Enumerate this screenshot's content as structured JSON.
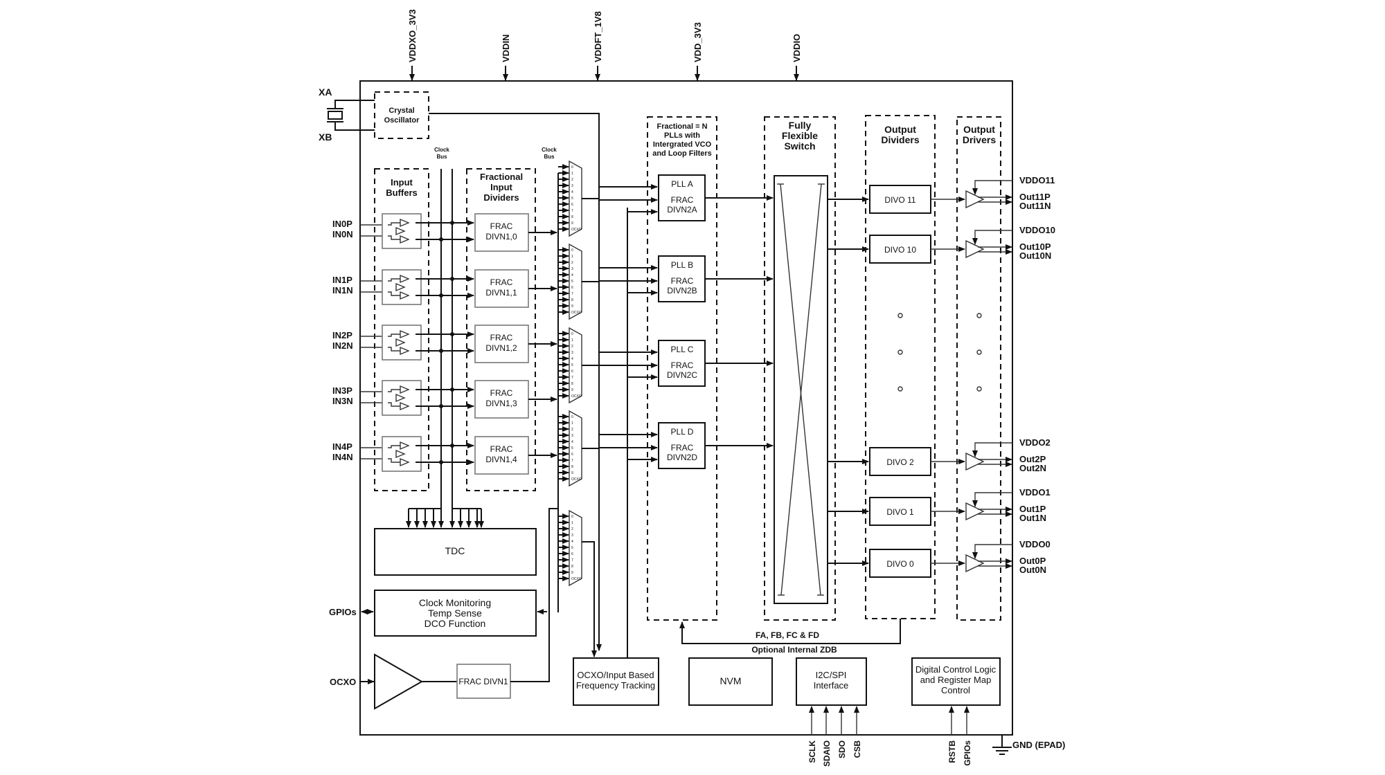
{
  "supply_pins": [
    "VDDXO_3V3",
    "VDDIN",
    "VDDFT_1V8",
    "VDD_3V3",
    "VDDIO"
  ],
  "crystal": {
    "pins": [
      "XA",
      "XB"
    ],
    "label": [
      "Crystal",
      "Oscillator"
    ]
  },
  "clock_bus_label": [
    "Clock",
    "Bus"
  ],
  "input_buffers": {
    "title": [
      "Input",
      "Buffers"
    ],
    "inputs": [
      [
        "IN0P",
        "IN0N"
      ],
      [
        "IN1P",
        "IN1N"
      ],
      [
        "IN2P",
        "IN2N"
      ],
      [
        "IN3P",
        "IN3N"
      ],
      [
        "IN4P",
        "IN4N"
      ]
    ]
  },
  "input_dividers": {
    "title": [
      "Fractional",
      "Input",
      "Dividers"
    ],
    "blocks": [
      [
        "FRAC",
        "DIVN1,0"
      ],
      [
        "FRAC",
        "DIVN1,1"
      ],
      [
        "FRAC",
        "DIVN1,2"
      ],
      [
        "FRAC",
        "DIVN1,3"
      ],
      [
        "FRAC",
        "DIVN1,4"
      ]
    ]
  },
  "mux_inputs": [
    "0",
    "1",
    "2",
    "3",
    "4",
    "5",
    "6",
    "7",
    "8",
    "9",
    "OCXO"
  ],
  "plls": {
    "title": [
      "Fractional = N",
      "PLLs with",
      "Intergrated VCO",
      "and Loop Filters"
    ],
    "blocks": [
      [
        "PLL A",
        "FRAC",
        "DIVN2A"
      ],
      [
        "PLL B",
        "FRAC",
        "DIVN2B"
      ],
      [
        "PLL C",
        "FRAC",
        "DIVN2C"
      ],
      [
        "PLL D",
        "FRAC",
        "DIVN2D"
      ]
    ]
  },
  "switch": {
    "title": [
      "Fully",
      "Flexible",
      "Switch"
    ]
  },
  "output_dividers": {
    "title": [
      "Output",
      "Dividers"
    ],
    "blocks": [
      "DIVO 11",
      "DIVO 10",
      "DIVO 2",
      "DIVO 1",
      "DIVO 0"
    ]
  },
  "output_drivers": {
    "title": [
      "Output",
      "Drivers"
    ],
    "outputs": [
      {
        "vdd": "VDDO11",
        "p": "Out11P",
        "n": "Out11N"
      },
      {
        "vdd": "VDDO10",
        "p": "Out10P",
        "n": "Out10N"
      },
      {
        "vdd": "VDDO2",
        "p": "Out2P",
        "n": "Out2N"
      },
      {
        "vdd": "VDDO1",
        "p": "Out1P",
        "n": "Out1N"
      },
      {
        "vdd": "VDDO0",
        "p": "Out0P",
        "n": "Out0N"
      }
    ]
  },
  "tdc": "TDC",
  "clock_monitoring": [
    "Clock Monitoring",
    "Temp Sense",
    "DCO Function"
  ],
  "gpios_left": "GPIOs",
  "ocxo": {
    "pin": "OCXO",
    "divider": "FRAC DIVN1"
  },
  "tracking": [
    "OCXO/Input Based",
    "Frequency Tracking"
  ],
  "zdb": {
    "feedback": "FA, FB, FC & FD",
    "label": "Optional Internal ZDB"
  },
  "nvm": "NVM",
  "i2c": {
    "label": [
      "I2C/SPI",
      "Interface"
    ],
    "pins": [
      "SCLK",
      "SDAIO",
      "SDO",
      "CSB"
    ]
  },
  "digital": {
    "label": [
      "Digital Control Logic",
      "and Register Map",
      "Control"
    ],
    "pins": [
      "RSTB",
      "GPIOs"
    ]
  },
  "gnd": "GND (EPAD)"
}
